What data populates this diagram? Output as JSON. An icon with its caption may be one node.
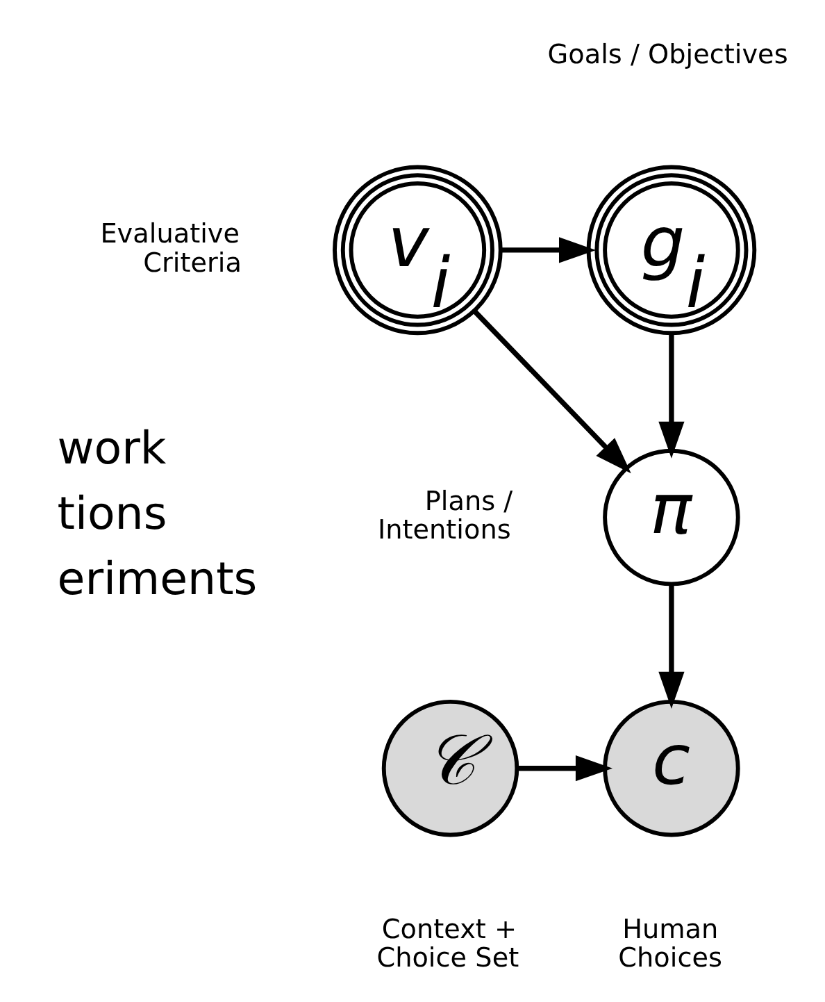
{
  "diagram": {
    "nodes": [
      {
        "text": [
          "v$_{i}$"
        ],
        "beside": [
          "Evaluative Criteria"
        ]
      },
      {
        "text": [
          "g$_{i}$"
        ],
        "beside": [
          "Goals / Objectives"
        ]
      },
      {
        "text": [
          "π"
        ],
        "beside": [
          "Plans / Intentions"
        ]
      },
      {
        "text": [
          "𝒞"
        ],
        "beside": [
          "Context + Choice Set"
        ]
      },
      {
        "text": [
          "c"
        ],
        "beside": [
          "Human Choices"
        ]
      }
    ],
    "edges": [
      {
        "from": 0,
        "to": 1,
        "arrow": "to"
      },
      {
        "from": 0,
        "to": 2,
        "arrow": "to"
      },
      {
        "from": 1,
        "to": 2,
        "arrow": "to"
      },
      {
        "from": 2,
        "to": 4,
        "arrow": "to"
      },
      {
        "from": 3,
        "to": 4,
        "arrow": "to"
      }
    ],
    "labels": [
      "work",
      "tions",
      "eriments"
    ]
  }
}
